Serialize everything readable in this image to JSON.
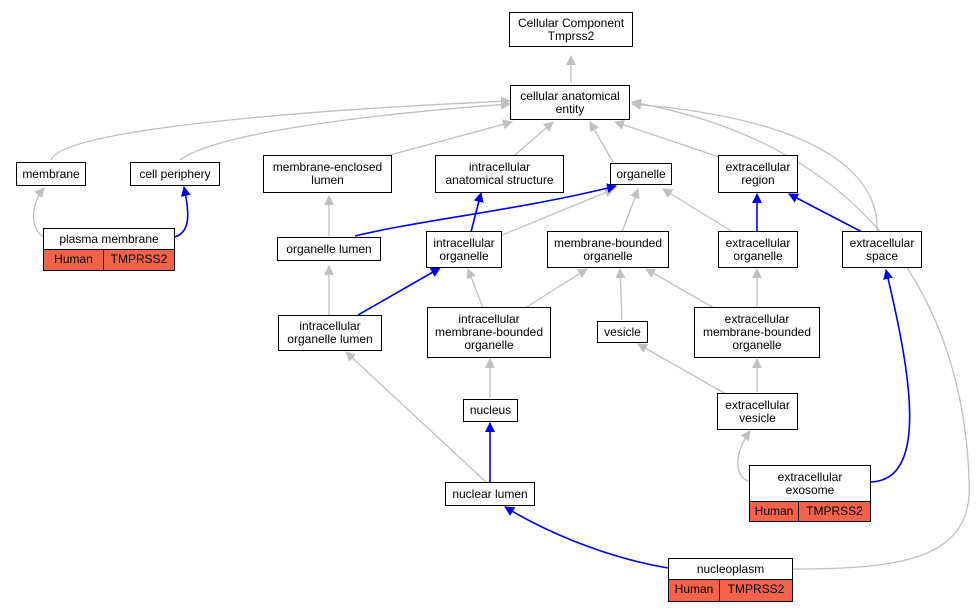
{
  "diagram": {
    "colors": {
      "gray_edge": "#c0c0c0",
      "blue_edge": "#0000ee",
      "annotation_fill": "#f2634a"
    },
    "nodes": {
      "root": {
        "lines": [
          "Cellular Component",
          "Tmprss2"
        ]
      },
      "cellular_anatomical_entity": {
        "lines": [
          "cellular anatomical",
          "entity"
        ]
      },
      "membrane": {
        "lines": [
          "membrane"
        ]
      },
      "cell_periphery": {
        "lines": [
          "cell periphery"
        ]
      },
      "membrane_enclosed_lumen": {
        "lines": [
          "membrane-enclosed",
          "lumen"
        ]
      },
      "intracellular_anatomical_structure": {
        "lines": [
          "intracellular",
          "anatomical structure"
        ]
      },
      "organelle": {
        "lines": [
          "organelle"
        ]
      },
      "extracellular_region": {
        "lines": [
          "extracellular",
          "region"
        ]
      },
      "plasma_membrane": {
        "lines": [
          "plasma membrane"
        ],
        "annotation": [
          "Human",
          "TMPRSS2"
        ]
      },
      "organelle_lumen": {
        "lines": [
          "organelle lumen"
        ]
      },
      "intracellular_organelle": {
        "lines": [
          "intracellular",
          "organelle"
        ]
      },
      "membrane_bounded_organelle": {
        "lines": [
          "membrane-bounded",
          "organelle"
        ]
      },
      "extracellular_organelle": {
        "lines": [
          "extracellular",
          "organelle"
        ]
      },
      "extracellular_space": {
        "lines": [
          "extracellular",
          "space"
        ]
      },
      "intracellular_organelle_lumen": {
        "lines": [
          "intracellular",
          "organelle lumen"
        ]
      },
      "intracellular_membrane_bounded_organelle": {
        "lines": [
          "intracellular",
          "membrane-bounded",
          "organelle"
        ]
      },
      "vesicle": {
        "lines": [
          "vesicle"
        ]
      },
      "extracellular_membrane_bounded_organelle": {
        "lines": [
          "extracellular",
          "membrane-bounded",
          "organelle"
        ]
      },
      "nucleus": {
        "lines": [
          "nucleus"
        ]
      },
      "extracellular_vesicle": {
        "lines": [
          "extracellular",
          "vesicle"
        ]
      },
      "nuclear_lumen": {
        "lines": [
          "nuclear lumen"
        ]
      },
      "extracellular_exosome": {
        "lines": [
          "extracellular",
          "exosome"
        ],
        "annotation": [
          "Human",
          "TMPRSS2"
        ]
      },
      "nucleoplasm": {
        "lines": [
          "nucleoplasm"
        ],
        "annotation": [
          "Human",
          "TMPRSS2"
        ]
      }
    }
  }
}
